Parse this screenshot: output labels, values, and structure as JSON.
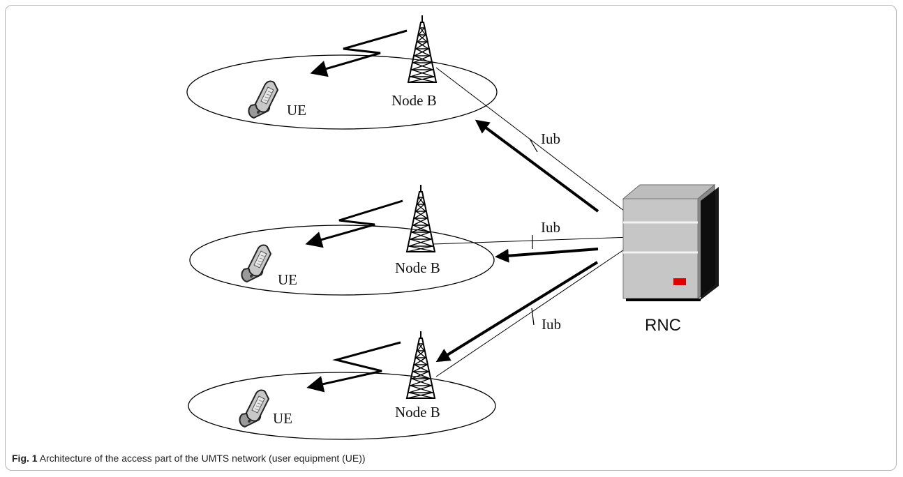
{
  "cells": [
    {
      "ue_label": "UE",
      "node_label": "Node B"
    },
    {
      "ue_label": "UE",
      "node_label": "Node B"
    },
    {
      "ue_label": "UE",
      "node_label": "Node B"
    }
  ],
  "interfaces": [
    "Iub",
    "Iub",
    "Iub"
  ],
  "controller_label": "RNC",
  "caption": {
    "figure_label": "Fig. 1",
    "text": "Architecture of the access part of the UMTS network (user equipment (UE))"
  },
  "colors": {
    "led": "#e00000",
    "server_front": "#c8c8c8",
    "server_side": "#8a8a8a",
    "phone": "#b0b0b0"
  }
}
